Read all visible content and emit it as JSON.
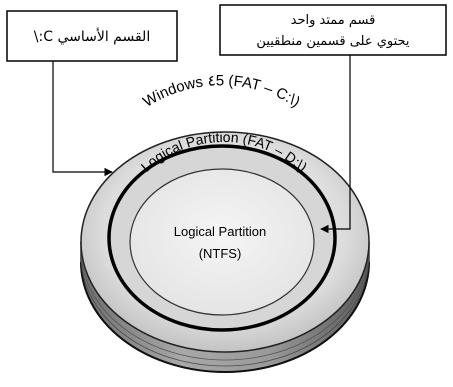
{
  "callouts": {
    "primary_partition": "القسم الأساسي C:\\",
    "extended_partition_line1": "قسم ممتد واحد",
    "extended_partition_line2": "يحتوي على قسمين منطقيين"
  },
  "disk_labels": {
    "outer_ring": "Windows ٤5 (FAT – C:\\)",
    "middle_ring": "Logical Partition (FAT – D:\\)",
    "inner_line1": "Logical Partition",
    "inner_line2": "(NTFS)"
  }
}
